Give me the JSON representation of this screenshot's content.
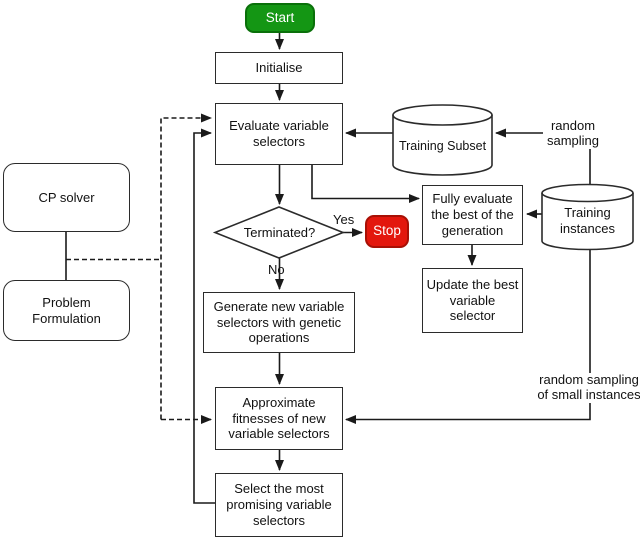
{
  "diagram": {
    "type": "flowchart",
    "colors": {
      "start_fill": "#149614",
      "start_border": "#0a700a",
      "stop_fill": "#e3170d",
      "stop_border": "#a81005",
      "line": "#1a1a1a",
      "node_fill": "#ffffff",
      "node_border": "#2b2b2b"
    },
    "nodes": {
      "start": {
        "label": "Start",
        "shape": "rounded-terminal"
      },
      "initialise": {
        "label": "Initialise",
        "shape": "process"
      },
      "evaluate": {
        "label": "Evaluate variable\nselectors",
        "shape": "process"
      },
      "terminated": {
        "label": "Terminated?",
        "shape": "decision"
      },
      "stop": {
        "label": "Stop",
        "shape": "rounded-terminal"
      },
      "fully_evaluate": {
        "label": "Fully evaluate\nthe best of the\ngeneration",
        "shape": "process"
      },
      "update_best": {
        "label": "Update the best\nvariable selector",
        "shape": "process"
      },
      "generate": {
        "label": "Generate new variable\nselectors with genetic\noperations",
        "shape": "process"
      },
      "approximate": {
        "label": "Approximate\nfitnesses of new\nvariable selectors",
        "shape": "process"
      },
      "select_most": {
        "label": "Select the most\npromising variable\nselectors",
        "shape": "process"
      },
      "cp_solver": {
        "label": "CP solver",
        "shape": "rounded"
      },
      "problem_formulation": {
        "label": "Problem Formulation",
        "shape": "rounded"
      },
      "training_subset": {
        "label": "Training Subset",
        "shape": "cylinder"
      },
      "training_instances": {
        "label": "Training\ninstances",
        "shape": "cylinder"
      }
    },
    "edge_labels": {
      "yes": "Yes",
      "no": "No",
      "random_sampling": "random\nsampling",
      "random_sampling_small": "random sampling\nof small instances"
    }
  }
}
